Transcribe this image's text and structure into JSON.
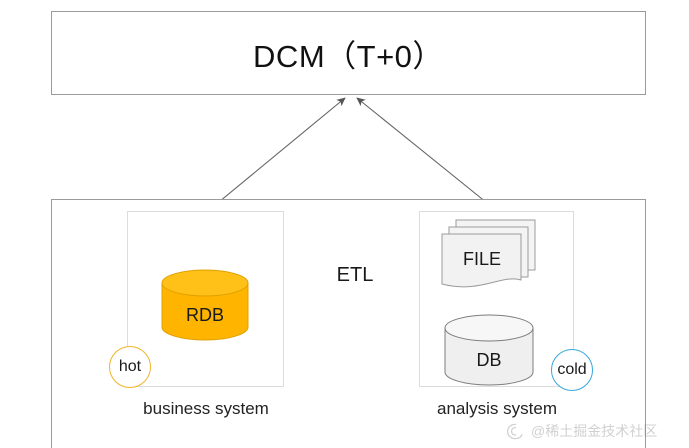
{
  "diagram": {
    "top_box": {
      "title": "DCM（T+0）"
    },
    "etl": {
      "label": "ETL"
    },
    "systems": [
      {
        "name": "business-system",
        "label": "business system",
        "badge": "hot",
        "badge_color": "#f0b32b",
        "node": {
          "type": "cylinder",
          "label": "RDB",
          "fill": "#FFB400",
          "stroke": "#E09E00"
        }
      },
      {
        "name": "analysis-system",
        "label": "analysis system",
        "badge": "cold",
        "badge_color": "#39a9dc",
        "nodes": [
          {
            "type": "document-stack",
            "label": "FILE",
            "fill": "#F2F2F2",
            "stroke": "#9b9b9b"
          },
          {
            "type": "cylinder",
            "label": "DB",
            "fill": "#F0F0F0",
            "stroke": "#7d7d7d"
          }
        ]
      }
    ],
    "colors": {
      "outer_border": "#9b9b9b",
      "panel_border": "#dcdcdc",
      "arrow": "#555555",
      "background": "#ffffff"
    }
  },
  "watermark": {
    "text": "@稀土掘金技术社区"
  }
}
